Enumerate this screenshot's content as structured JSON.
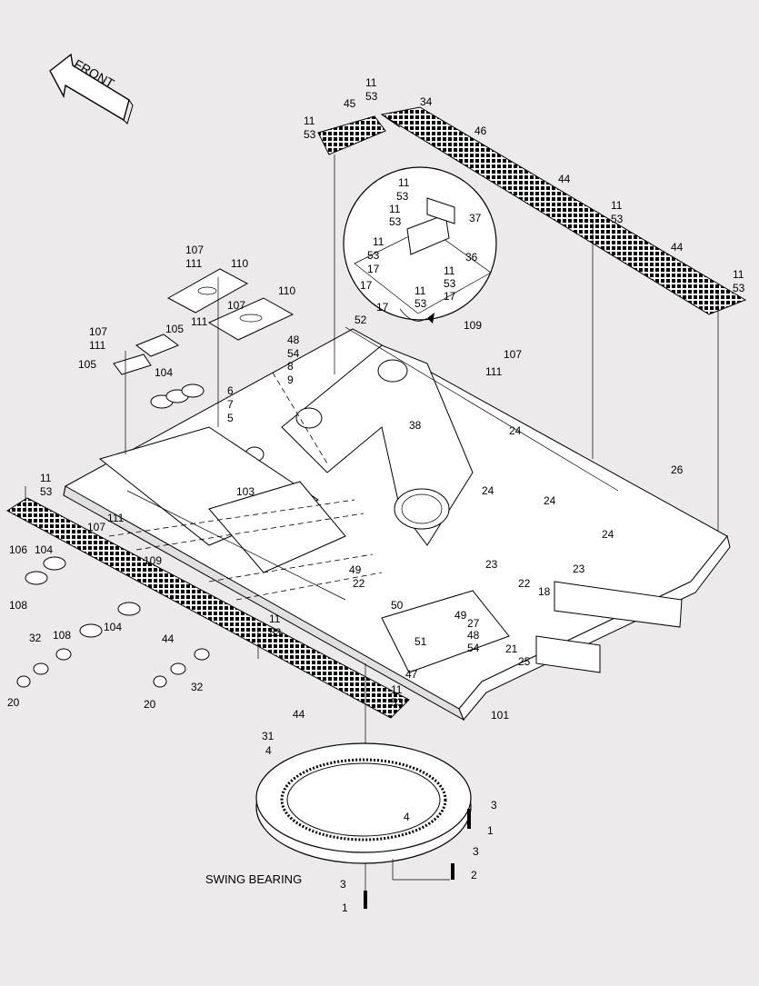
{
  "front_arrow": {
    "label": "FRONT"
  },
  "caption": {
    "label": "SWING BEARING"
  },
  "callouts": [
    {
      "id": "c-11-a",
      "text": "11"
    },
    {
      "id": "c-53-a",
      "text": "53"
    },
    {
      "id": "c-34",
      "text": "34"
    },
    {
      "id": "c-45",
      "text": "45"
    },
    {
      "id": "c-11-b",
      "text": "11"
    },
    {
      "id": "c-53-b",
      "text": "53"
    },
    {
      "id": "c-46",
      "text": "46"
    },
    {
      "id": "c-44-a",
      "text": "44"
    },
    {
      "id": "c-11-c",
      "text": "11"
    },
    {
      "id": "c-53-c",
      "text": "53"
    },
    {
      "id": "c-44-b",
      "text": "44"
    },
    {
      "id": "c-11-d",
      "text": "11"
    },
    {
      "id": "c-53-d",
      "text": "53"
    },
    {
      "id": "c-11-e",
      "text": "11"
    },
    {
      "id": "c-53-e",
      "text": "53"
    },
    {
      "id": "c-11-f",
      "text": "11"
    },
    {
      "id": "c-53-f",
      "text": "53"
    },
    {
      "id": "c-37",
      "text": "37"
    },
    {
      "id": "c-11-g",
      "text": "11"
    },
    {
      "id": "c-53-g",
      "text": "53"
    },
    {
      "id": "c-17-a",
      "text": "17"
    },
    {
      "id": "c-17-b",
      "text": "17"
    },
    {
      "id": "c-36",
      "text": "36"
    },
    {
      "id": "c-11-h",
      "text": "11"
    },
    {
      "id": "c-53-h",
      "text": "53"
    },
    {
      "id": "c-11-i",
      "text": "11"
    },
    {
      "id": "c-17-c",
      "text": "17"
    },
    {
      "id": "c-53-i",
      "text": "53"
    },
    {
      "id": "c-17-d",
      "text": "17"
    },
    {
      "id": "c-107-a",
      "text": "107"
    },
    {
      "id": "c-111-a",
      "text": "111"
    },
    {
      "id": "c-110-a",
      "text": "110"
    },
    {
      "id": "c-107-b",
      "text": "107"
    },
    {
      "id": "c-111-b",
      "text": "111"
    },
    {
      "id": "c-110-b",
      "text": "110"
    },
    {
      "id": "c-107-c",
      "text": "107"
    },
    {
      "id": "c-111-c",
      "text": "111"
    },
    {
      "id": "c-105-a",
      "text": "105"
    },
    {
      "id": "c-105-b",
      "text": "105"
    },
    {
      "id": "c-104-a",
      "text": "104"
    },
    {
      "id": "c-52",
      "text": "52"
    },
    {
      "id": "c-48-a",
      "text": "48"
    },
    {
      "id": "c-54-a",
      "text": "54"
    },
    {
      "id": "c-8",
      "text": "8"
    },
    {
      "id": "c-9",
      "text": "9"
    },
    {
      "id": "c-6",
      "text": "6"
    },
    {
      "id": "c-7",
      "text": "7"
    },
    {
      "id": "c-5",
      "text": "5"
    },
    {
      "id": "c-109-a",
      "text": "109"
    },
    {
      "id": "c-107-d",
      "text": "107"
    },
    {
      "id": "c-111-d",
      "text": "111"
    },
    {
      "id": "c-38",
      "text": "38"
    },
    {
      "id": "c-24-a",
      "text": "24"
    },
    {
      "id": "c-26",
      "text": "26"
    },
    {
      "id": "c-24-b",
      "text": "24"
    },
    {
      "id": "c-24-c",
      "text": "24"
    },
    {
      "id": "c-24-d",
      "text": "24"
    },
    {
      "id": "c-103",
      "text": "103"
    },
    {
      "id": "c-11-j",
      "text": "11"
    },
    {
      "id": "c-53-j",
      "text": "53"
    },
    {
      "id": "c-107-e",
      "text": "107"
    },
    {
      "id": "c-111-e",
      "text": "111"
    },
    {
      "id": "c-109-b",
      "text": "109"
    },
    {
      "id": "c-106",
      "text": "106"
    },
    {
      "id": "c-104-b",
      "text": "104"
    },
    {
      "id": "c-108-a",
      "text": "108"
    },
    {
      "id": "c-49-a",
      "text": "49"
    },
    {
      "id": "c-22-a",
      "text": "22"
    },
    {
      "id": "c-23-a",
      "text": "23"
    },
    {
      "id": "c-22-b",
      "text": "22"
    },
    {
      "id": "c-23-b",
      "text": "23"
    },
    {
      "id": "c-18",
      "text": "18"
    },
    {
      "id": "c-50",
      "text": "50"
    },
    {
      "id": "c-49-b",
      "text": "49"
    },
    {
      "id": "c-27",
      "text": "27"
    },
    {
      "id": "c-48-b",
      "text": "48"
    },
    {
      "id": "c-54-b",
      "text": "54"
    },
    {
      "id": "c-21",
      "text": "21"
    },
    {
      "id": "c-25",
      "text": "25"
    },
    {
      "id": "c-51",
      "text": "51"
    },
    {
      "id": "c-47",
      "text": "47"
    },
    {
      "id": "c-108-b",
      "text": "108"
    },
    {
      "id": "c-104-c",
      "text": "104"
    },
    {
      "id": "c-44-c",
      "text": "44"
    },
    {
      "id": "c-11-k",
      "text": "11"
    },
    {
      "id": "c-53-k",
      "text": "53"
    },
    {
      "id": "c-32-a",
      "text": "32"
    },
    {
      "id": "c-20-a",
      "text": "20"
    },
    {
      "id": "c-32-b",
      "text": "32"
    },
    {
      "id": "c-20-b",
      "text": "20"
    },
    {
      "id": "c-44-d",
      "text": "44"
    },
    {
      "id": "c-11-l",
      "text": "11"
    },
    {
      "id": "c-53-l",
      "text": "53"
    },
    {
      "id": "c-101",
      "text": "101"
    },
    {
      "id": "c-31",
      "text": "31"
    },
    {
      "id": "c-4-a",
      "text": "4"
    },
    {
      "id": "c-4-b",
      "text": "4"
    },
    {
      "id": "c-3-a",
      "text": "3"
    },
    {
      "id": "c-1-a",
      "text": "1"
    },
    {
      "id": "c-3-b",
      "text": "3"
    },
    {
      "id": "c-2",
      "text": "2"
    },
    {
      "id": "c-3-c",
      "text": "3"
    },
    {
      "id": "c-1-b",
      "text": "1"
    }
  ]
}
